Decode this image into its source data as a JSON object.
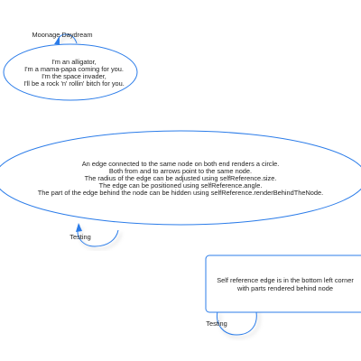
{
  "colors": {
    "border": "#2b7ce9",
    "text": "#222222",
    "background": "#ffffff",
    "shadow": "#cfcfcf"
  },
  "nodes": [
    {
      "id": "alligator",
      "shape": "ellipse",
      "lines": [
        "I'm an alligator,",
        "I'm a mama-papa coming for you.",
        "I'm the space invader,",
        "I'll be a rock 'n' rollin' bitch for you."
      ]
    },
    {
      "id": "circle-edge",
      "shape": "ellipse",
      "lines": [
        "An edge connected to the same node on both end renders a circle.",
        "Both from and to arrows point to the same node.",
        "The radius of the edge can be adjusted using selfReference.size.",
        "The edge can be positioned using selfReference.angle.",
        "The part of the edge behind the node can be hidden using selfReference.renderBehindTheNode."
      ]
    },
    {
      "id": "bottom-left",
      "shape": "box",
      "lines": [
        "Self reference edge is in the bottom left corner",
        "with parts rendered behind node"
      ]
    }
  ],
  "edges": [
    {
      "id": "moonage",
      "node": "alligator",
      "label": "Moonage Daydream"
    },
    {
      "id": "testing-1",
      "node": "circle-edge",
      "label": "Testing"
    },
    {
      "id": "testing-2",
      "node": "bottom-left",
      "label": "Testing"
    }
  ]
}
